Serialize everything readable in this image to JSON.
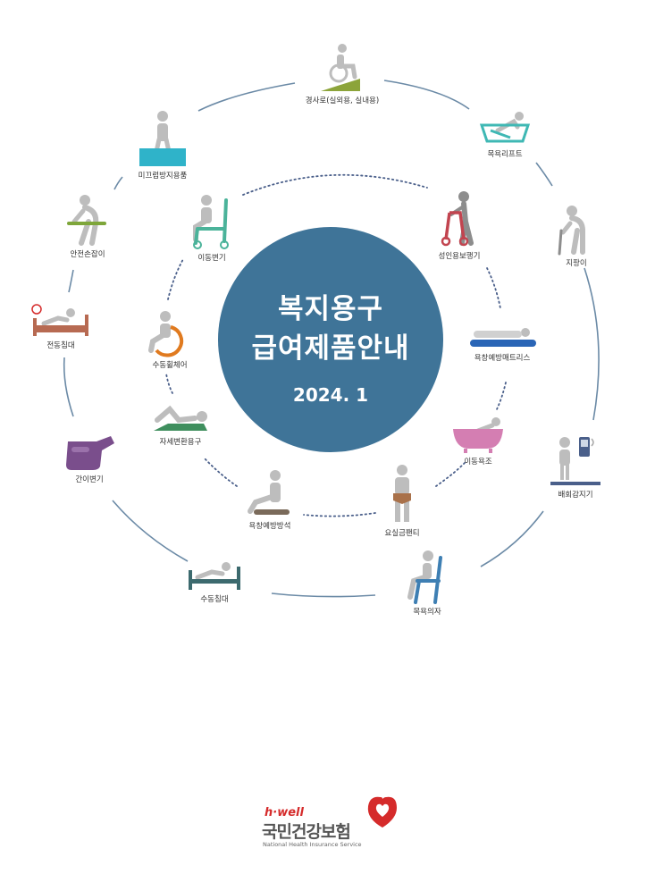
{
  "title": {
    "line1": "복지용구",
    "line2": "급여제품안내",
    "date": "2024. 1"
  },
  "colors": {
    "center_circle": "#3f7498",
    "outer_ring": "#6b8aa6",
    "inner_ring": "#4a5f8a",
    "figure_gray": "#bdbdbd",
    "brand_red": "#d52b2b"
  },
  "outer_items": [
    {
      "label": "경사로(실외용, 실내용)",
      "icon": "wheelchair-ramp-icon",
      "color": "#8ca43a"
    },
    {
      "label": "목욕리프트",
      "icon": "bath-lift-icon",
      "color": "#3fb8b4"
    },
    {
      "label": "지팡이",
      "icon": "walking-cane-icon",
      "color": "#8d8d8d"
    },
    {
      "label": "배회감지기",
      "icon": "wandering-detector-icon",
      "color": "#4a5f8a"
    },
    {
      "label": "목욕의자",
      "icon": "bath-chair-icon",
      "color": "#3e7fb3"
    },
    {
      "label": "수동침대",
      "icon": "manual-bed-icon",
      "color": "#3c6a6e"
    },
    {
      "label": "간이변기",
      "icon": "portable-urinal-icon",
      "color": "#7a4e8c"
    },
    {
      "label": "전동침대",
      "icon": "electric-bed-icon",
      "color": "#b76a52"
    },
    {
      "label": "안전손잡이",
      "icon": "safety-handle-icon",
      "color": "#7ea63a"
    },
    {
      "label": "미끄럼방지용품",
      "icon": "anti-slip-mat-icon",
      "color": "#2fb3c9"
    }
  ],
  "inner_items": [
    {
      "label": "이동변기",
      "icon": "mobile-toilet-icon",
      "color": "#4bb39a"
    },
    {
      "label": "성인용보행기",
      "icon": "walker-icon",
      "color": "#c2444f"
    },
    {
      "label": "욕창예방매트리스",
      "icon": "pressure-mattress-icon",
      "color": "#2a65b6"
    },
    {
      "label": "이동욕조",
      "icon": "portable-bathtub-icon",
      "color": "#d47eb2"
    },
    {
      "label": "요실금팬티",
      "icon": "incontinence-pants-icon",
      "color": "#a9714a"
    },
    {
      "label": "욕창예방방석",
      "icon": "pressure-cushion-icon",
      "color": "#7a6a5a"
    },
    {
      "label": "자세변환용구",
      "icon": "posture-aid-icon",
      "color": "#3f8f5e"
    },
    {
      "label": "수동휠체어",
      "icon": "manual-wheelchair-icon",
      "color": "#e07a1f"
    }
  ],
  "logo": {
    "tagline": "h·well",
    "name": "국민건강보험",
    "english": "National Health Insurance Service",
    "icon": "heart-icon"
  }
}
